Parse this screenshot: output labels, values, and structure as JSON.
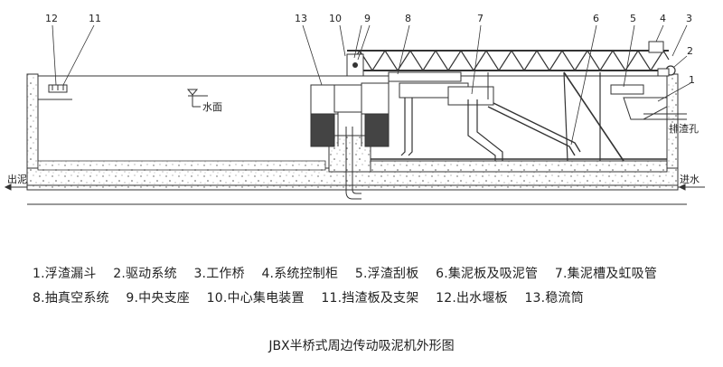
{
  "callout_numbers": [
    "1",
    "2",
    "3",
    "4",
    "5",
    "6",
    "7",
    "8",
    "9",
    "10",
    "11",
    "12",
    "13"
  ],
  "diagram_labels": {
    "water_surface": "水面",
    "sludge_out": "出泥",
    "water_in": "进水",
    "scum_outlet": "排渣孔"
  },
  "legend": [
    "1.浮渣漏斗",
    "2.驱动系统",
    "3.工作桥",
    "4.系统控制柜",
    "5.浮渣刮板",
    "6.集泥板及吸泥管",
    "7.集泥槽及虹吸管",
    "8.抽真空系统",
    "9.中央支座",
    "10.中心集电装置",
    "11.挡渣板及支架",
    "12.出水堰板",
    "13.稳流筒"
  ],
  "caption": "JBX半桥式周边传动吸泥机外形图"
}
